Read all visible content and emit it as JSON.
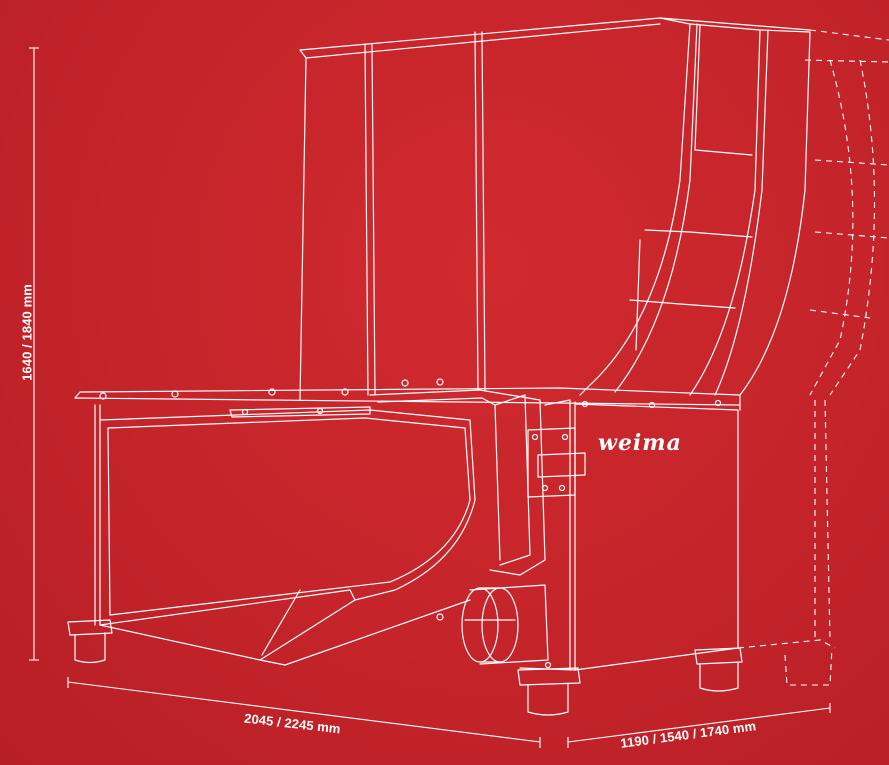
{
  "dimensions": {
    "height_label": "1640 / 1840 mm",
    "length_label": "2045 / 2245 mm",
    "width_label": "1190 / 1540 / 1740 mm"
  },
  "brand_logo": "weima",
  "colors": {
    "background": "#c8242a",
    "lines": "#ffffff"
  }
}
